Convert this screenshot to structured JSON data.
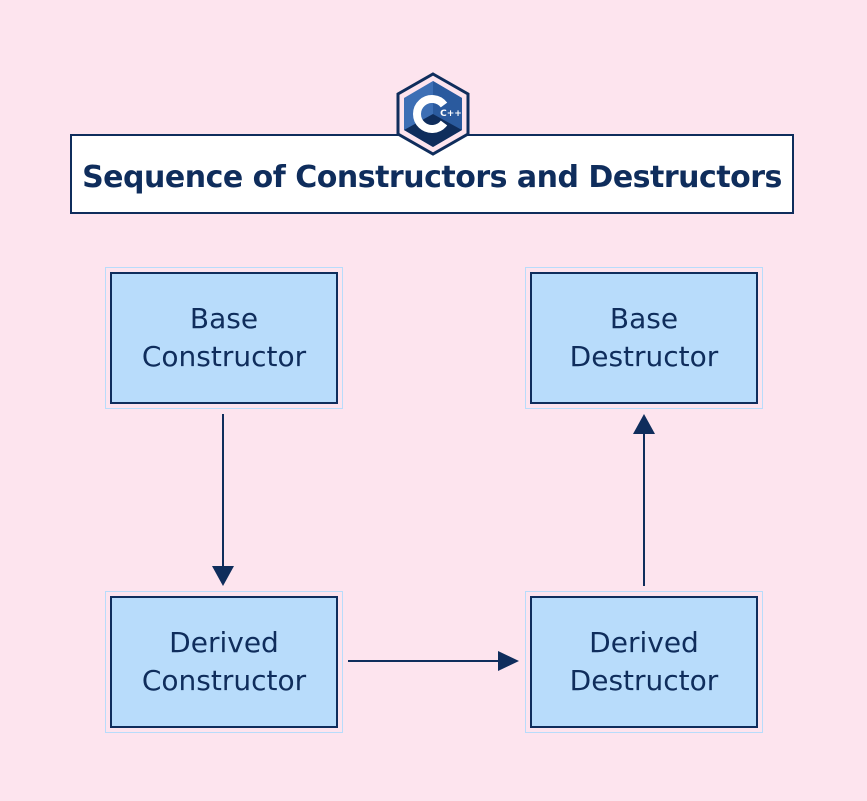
{
  "title": "Sequence of Constructors and Destructors",
  "logo": {
    "text": "C++",
    "icon": "cpp-logo-icon",
    "color_dark": "#0f2d5c",
    "color_light": "#3d6fb5"
  },
  "nodes": {
    "base_constructor": {
      "line1": "Base",
      "line2": "Constructor"
    },
    "derived_constructor": {
      "line1": "Derived",
      "line2": "Constructor"
    },
    "derived_destructor": {
      "line1": "Derived",
      "line2": "Destructor"
    },
    "base_destructor": {
      "line1": "Base",
      "line2": "Destructor"
    }
  },
  "colors": {
    "background": "#fde4ee",
    "node_fill": "#b8dcfb",
    "ink": "#0f2d5c",
    "title_fill": "#ffffff"
  }
}
